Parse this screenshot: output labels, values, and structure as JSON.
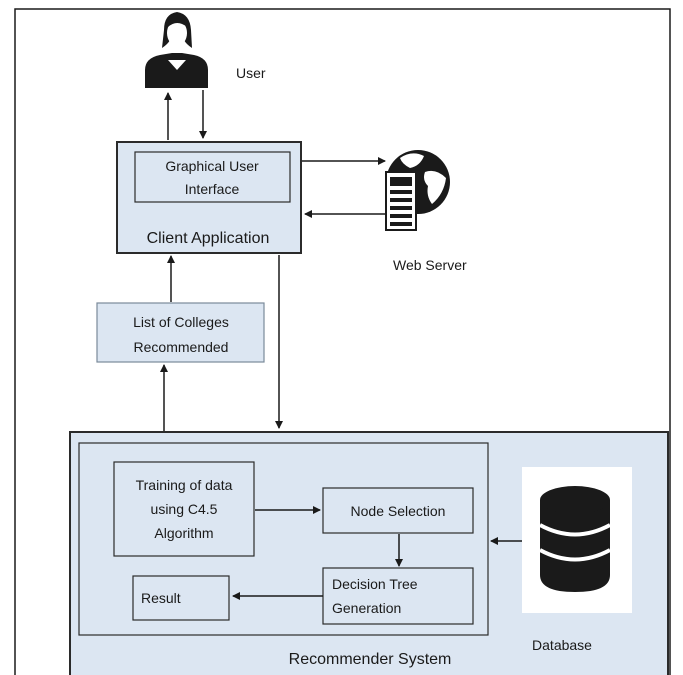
{
  "user": {
    "label": "User"
  },
  "client": {
    "gui_line1": "Graphical User",
    "gui_line2": "Interface",
    "label": "Client Application"
  },
  "web_server": {
    "label": "Web Server"
  },
  "list_box": {
    "line1": "List of Colleges",
    "line2": "Recommended"
  },
  "recommender": {
    "label": "Recommender System",
    "training_line1": "Training of data",
    "training_line2": "using C4.5",
    "training_line3": "Algorithm",
    "node_selection": "Node Selection",
    "decision_line1": "Decision Tree",
    "decision_line2": "Generation",
    "result": "Result"
  },
  "database": {
    "label": "Database"
  },
  "colors": {
    "box_fill": "#dce6f2",
    "box_stroke": "#3a4a5a",
    "icon": "#1a1a1a"
  }
}
